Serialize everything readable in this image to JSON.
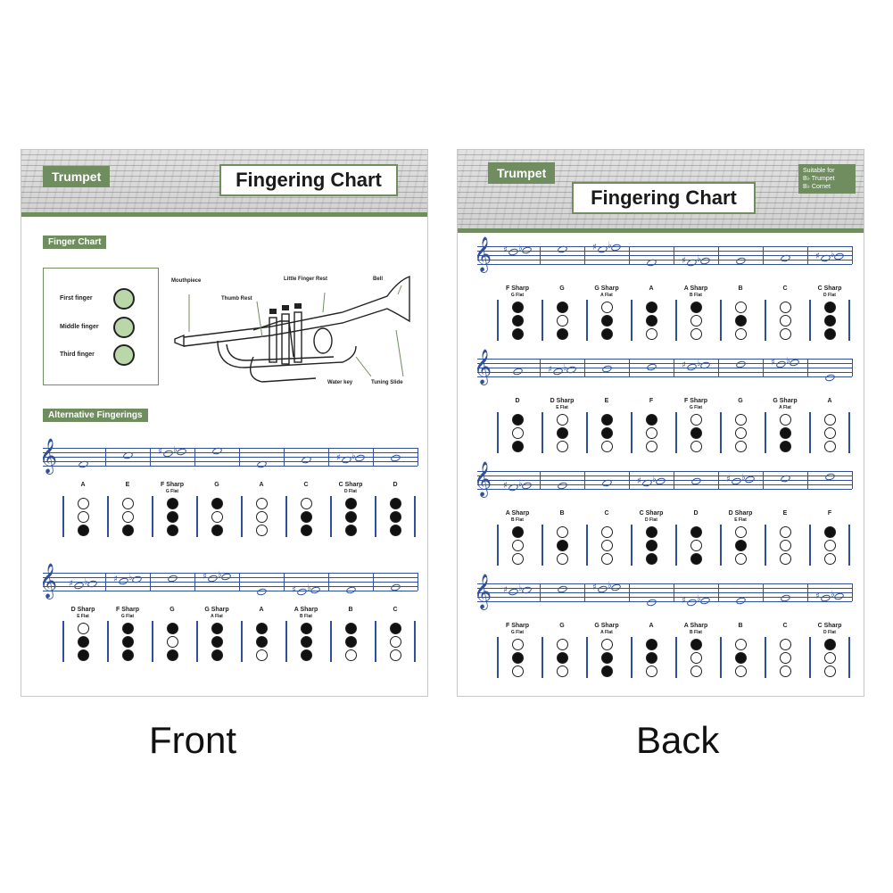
{
  "front": {
    "tag": "Trumpet",
    "title": "Fingering Chart",
    "finger_section": "Finger  Chart",
    "legend": [
      "First finger",
      "Middle finger",
      "Third finger"
    ],
    "parts": {
      "mouthpiece": "Mouthpiece",
      "thumb_rest": "Thumb Rest",
      "little_finger_rest": "Little Finger Rest",
      "bell": "Bell",
      "water_key": "Water key",
      "tuning_slide": "Tuning Slide"
    },
    "alt_section": "Alternative Fingerings",
    "rows": [
      {
        "notes": [
          {
            "name": "A",
            "sub": "",
            "v": [
              0,
              0,
              1
            ]
          },
          {
            "name": "E",
            "sub": "",
            "v": [
              0,
              0,
              1
            ]
          },
          {
            "name": "F Sharp",
            "sub": "G Flat",
            "v": [
              1,
              1,
              1
            ]
          },
          {
            "name": "G",
            "sub": "",
            "v": [
              1,
              0,
              1
            ]
          },
          {
            "name": "A",
            "sub": "",
            "v": [
              0,
              0,
              0
            ]
          },
          {
            "name": "C",
            "sub": "",
            "v": [
              0,
              1,
              1
            ]
          },
          {
            "name": "C Sharp",
            "sub": "D Flat",
            "v": [
              1,
              1,
              1
            ]
          },
          {
            "name": "D",
            "sub": "",
            "v": [
              1,
              1,
              1
            ]
          }
        ]
      },
      {
        "notes": [
          {
            "name": "D Sharp",
            "sub": "E Flat",
            "v": [
              0,
              1,
              1
            ]
          },
          {
            "name": "F Sharp",
            "sub": "G Flat",
            "v": [
              1,
              1,
              1
            ]
          },
          {
            "name": "G",
            "sub": "",
            "v": [
              1,
              0,
              1
            ]
          },
          {
            "name": "G Sharp",
            "sub": "A Flat",
            "v": [
              1,
              1,
              1
            ]
          },
          {
            "name": "A",
            "sub": "",
            "v": [
              1,
              1,
              0
            ]
          },
          {
            "name": "A Sharp",
            "sub": "B Flat",
            "v": [
              1,
              1,
              1
            ]
          },
          {
            "name": "B",
            "sub": "",
            "v": [
              1,
              1,
              0
            ]
          },
          {
            "name": "C",
            "sub": "",
            "v": [
              1,
              0,
              0
            ]
          }
        ]
      }
    ]
  },
  "back": {
    "tag": "Trumpet",
    "title": "Fingering Chart",
    "suitable": "Suitable for",
    "suitable_items": [
      "B♭ Trumpet",
      "B♭ Cornet"
    ],
    "rows": [
      {
        "notes": [
          {
            "name": "F Sharp",
            "sub": "G Flat",
            "v": [
              1,
              1,
              1
            ]
          },
          {
            "name": "G",
            "sub": "",
            "v": [
              1,
              0,
              1
            ]
          },
          {
            "name": "G Sharp",
            "sub": "A Flat",
            "v": [
              0,
              1,
              1
            ]
          },
          {
            "name": "A",
            "sub": "",
            "v": [
              1,
              1,
              0
            ]
          },
          {
            "name": "A Sharp",
            "sub": "B Flat",
            "v": [
              1,
              0,
              0
            ]
          },
          {
            "name": "B",
            "sub": "",
            "v": [
              0,
              1,
              0
            ]
          },
          {
            "name": "C",
            "sub": "",
            "v": [
              0,
              0,
              0
            ]
          },
          {
            "name": "C Sharp",
            "sub": "D Flat",
            "v": [
              1,
              1,
              1
            ]
          }
        ]
      },
      {
        "notes": [
          {
            "name": "D",
            "sub": "",
            "v": [
              1,
              0,
              1
            ]
          },
          {
            "name": "D Sharp",
            "sub": "E Flat",
            "v": [
              0,
              1,
              0
            ]
          },
          {
            "name": "E",
            "sub": "",
            "v": [
              1,
              1,
              0
            ]
          },
          {
            "name": "F",
            "sub": "",
            "v": [
              1,
              0,
              0
            ]
          },
          {
            "name": "F Sharp",
            "sub": "G Flat",
            "v": [
              0,
              1,
              0
            ]
          },
          {
            "name": "G",
            "sub": "",
            "v": [
              0,
              0,
              0
            ]
          },
          {
            "name": "G Sharp",
            "sub": "A Flat",
            "v": [
              0,
              1,
              1
            ]
          },
          {
            "name": "A",
            "sub": "",
            "v": [
              0,
              0,
              0
            ]
          }
        ]
      },
      {
        "notes": [
          {
            "name": "A Sharp",
            "sub": "B Flat",
            "v": [
              1,
              0,
              0
            ]
          },
          {
            "name": "B",
            "sub": "",
            "v": [
              0,
              1,
              0
            ]
          },
          {
            "name": "C",
            "sub": "",
            "v": [
              0,
              0,
              0
            ]
          },
          {
            "name": "C Sharp",
            "sub": "D Flat",
            "v": [
              1,
              1,
              1
            ]
          },
          {
            "name": "D",
            "sub": "",
            "v": [
              1,
              0,
              1
            ]
          },
          {
            "name": "D Sharp",
            "sub": "E Flat",
            "v": [
              0,
              1,
              0
            ]
          },
          {
            "name": "E",
            "sub": "",
            "v": [
              0,
              0,
              0
            ]
          },
          {
            "name": "F",
            "sub": "",
            "v": [
              1,
              0,
              0
            ]
          }
        ]
      },
      {
        "notes": [
          {
            "name": "F Sharp",
            "sub": "G Flat",
            "v": [
              0,
              1,
              0
            ]
          },
          {
            "name": "G",
            "sub": "",
            "v": [
              0,
              1,
              0
            ]
          },
          {
            "name": "G Sharp",
            "sub": "A Flat",
            "v": [
              0,
              1,
              1
            ]
          },
          {
            "name": "A",
            "sub": "",
            "v": [
              1,
              1,
              0
            ]
          },
          {
            "name": "A Sharp",
            "sub": "B Flat",
            "v": [
              1,
              0,
              0
            ]
          },
          {
            "name": "B",
            "sub": "",
            "v": [
              0,
              1,
              0
            ]
          },
          {
            "name": "C",
            "sub": "",
            "v": [
              0,
              0,
              0
            ]
          },
          {
            "name": "C Sharp",
            "sub": "D Flat",
            "v": [
              1,
              0,
              0
            ]
          }
        ]
      }
    ]
  },
  "captions": {
    "front": "Front",
    "back": "Back"
  }
}
